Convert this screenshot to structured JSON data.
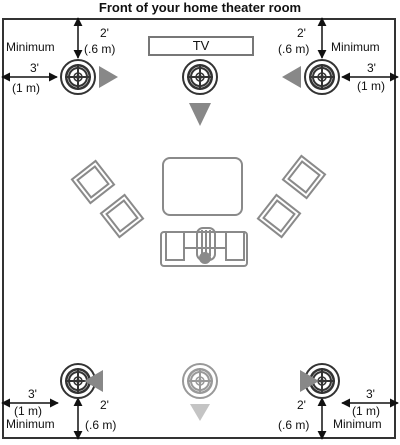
{
  "title": "Front of your home theater room",
  "tv_label": "TV",
  "labels": {
    "front_left_height": "2'",
    "front_left_height_metric": "(.6 m)",
    "front_left_minimum": "Minimum",
    "front_left_width": "3'",
    "front_left_width_metric": "(1 m)",
    "front_right_height": "2'",
    "front_right_height_metric": "(.6 m)",
    "front_right_minimum": "Minimum",
    "front_right_width": "3'",
    "front_right_width_metric": "(1 m)",
    "rear_left_width": "3'",
    "rear_left_width_metric": "(1 m)",
    "rear_left_minimum": "Minimum",
    "rear_left_height": "2'",
    "rear_left_height_metric": "(.6 m)",
    "rear_right_height": "2'",
    "rear_right_height_metric": "(.6 m)",
    "rear_right_minimum": "Minimum",
    "rear_right_width": "3'",
    "rear_right_width_metric": "(1 m)"
  },
  "colors": {
    "speaker_dark": "#333333",
    "speaker_faded": "#999999",
    "arrow_gray": "#888888",
    "arrow_faded": "#c4c4c4",
    "furniture": "#8a8a8a",
    "dimension_line": "#111111"
  }
}
